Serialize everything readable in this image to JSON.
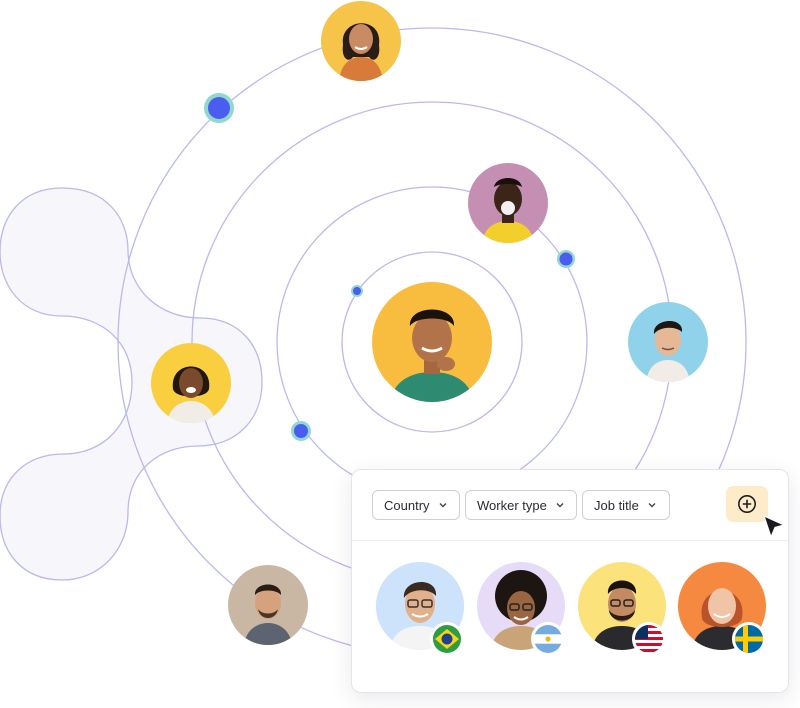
{
  "filters": {
    "country_label": "Country",
    "worker_type_label": "Worker type",
    "job_title_label": "Job title"
  },
  "icons": {
    "add": "plus-circle-icon",
    "chevron": "chevron-down-icon",
    "cursor": "pointer-arrow-icon"
  },
  "workers": [
    {
      "flag": "brazil-flag-icon",
      "bg": "#cde3fb"
    },
    {
      "flag": "argentina-flag-icon",
      "bg": "#e6dcf8"
    },
    {
      "flag": "usa-flag-icon",
      "bg": "#fbe27a"
    },
    {
      "flag": "sweden-flag-icon",
      "bg": "#f4893f"
    }
  ],
  "colors": {
    "orbit": "#b9b9ee",
    "dot": "#4b5cf0",
    "dot_ring": "#7fd3c4",
    "add_button_bg": "#fdebc9"
  }
}
